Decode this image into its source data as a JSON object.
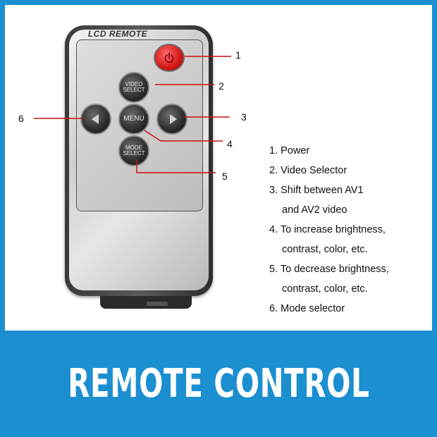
{
  "remote": {
    "model_label": "LCD REMOTE",
    "buttons": {
      "video": "VIDEO SELECT",
      "menu": "MENU",
      "mode": "MODE SELECT"
    }
  },
  "callouts": [
    "1",
    "2",
    "3",
    "4",
    "5",
    "6"
  ],
  "legend": [
    [
      "1. Power"
    ],
    [
      "2. Video Selector"
    ],
    [
      "3. Shift between AV1",
      "and AV2 video"
    ],
    [
      "4. To increase brightness,",
      "contrast, color, etc."
    ],
    [
      "5. To decrease brightness,",
      "contrast, color, etc."
    ],
    [
      "6. Mode selector"
    ]
  ],
  "footer": {
    "title": "REMOTE CONTROL"
  },
  "colors": {
    "banner": "#1b8fd0",
    "power": "#d21616",
    "callout_line": "#cc1111"
  },
  "icons": [
    "power-icon",
    "arrow-left-icon",
    "arrow-right-icon"
  ]
}
